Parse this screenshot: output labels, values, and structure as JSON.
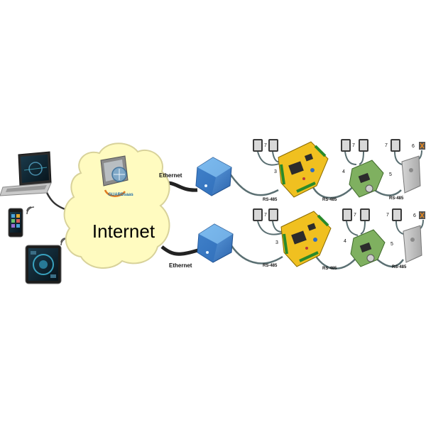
{
  "cloud": {
    "label": "Internet",
    "server_logo": "GUARDsaas"
  },
  "links": {
    "ethernet_top": "Ethernet",
    "ethernet_bottom": "Ethernet",
    "rs485": "RS-485"
  },
  "device_markers": {
    "reader_a": "7",
    "reader_b": "3",
    "reader_c": "4",
    "reader_d": "5",
    "reader_e": "6"
  },
  "colors": {
    "cloud_fill": "#fffbc0",
    "cloud_stroke": "#d8d29a",
    "converter_blue": "#3a7cc8",
    "controller_yellow": "#f0c020",
    "controller_green": "#7fb060",
    "cable": "#333333",
    "rs485_cable": "#5a6f72"
  },
  "icons": [
    "laptop-icon",
    "smartphone-icon",
    "tablet-icon",
    "wifi-icon",
    "server-icon",
    "ethernet-converter-icon",
    "controller-board-icon",
    "card-reader-icon",
    "door-lock-icon"
  ]
}
